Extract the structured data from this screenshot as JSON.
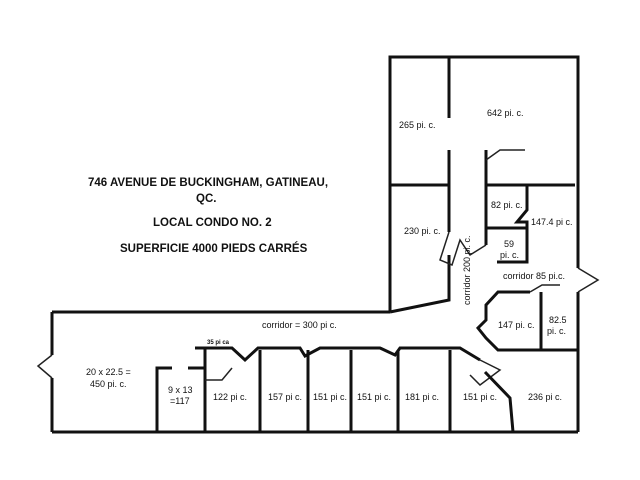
{
  "title": {
    "address_line1": "746 AVENUE DE BUCKINGHAM, GATINEAU,",
    "address_line2": "QC.",
    "unit": "LOCAL CONDO NO. 2",
    "area": "SUPERFICIE 4000 PIEDS CARRÉS"
  },
  "rooms": {
    "r265": "265  pi. c.",
    "r642": "642 pi. c.",
    "r230": "230 pi. c.",
    "r82": "82 pi. c.",
    "r147_4": "147.4 pi c.",
    "r59a": "59",
    "r59b": "pi. c.",
    "corridor200": "corridor 200 pi. c.",
    "corridor85": "corridor 85 pi.c.",
    "r147": "147 pi. c.",
    "r82_5a": "82.5",
    "r82_5b": "pi. c.",
    "corridor300": "corridor =  300 pi c.",
    "r35": "35 pi ca",
    "r450a": "20 x 22.5 =",
    "r450b": "450 pi. c.",
    "r117a": "9 x 13",
    "r117b": "=117",
    "r122": "122 pi c.",
    "r157": "157 pi c.",
    "r151a": "151 pi c.",
    "r151b": "151 pi c.",
    "r181": "181 pi c.",
    "r151c": "151 pi c.",
    "r236": "236 pi c."
  }
}
